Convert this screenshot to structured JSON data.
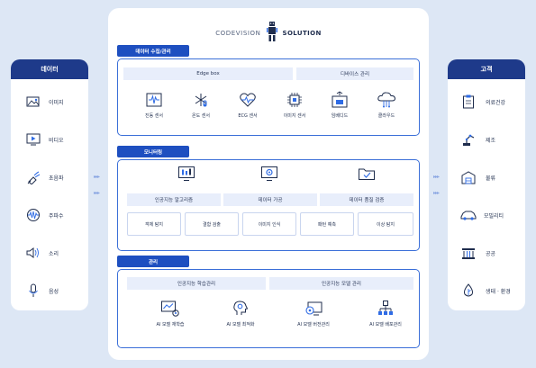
{
  "left_panel": {
    "title": "데이터",
    "items": [
      {
        "label": "이미지",
        "icon": "image-icon"
      },
      {
        "label": "비디오",
        "icon": "video-icon"
      },
      {
        "label": "초음파",
        "icon": "ultrasound-probe-icon"
      },
      {
        "label": "주파수",
        "icon": "frequency-wave-icon"
      },
      {
        "label": "소리",
        "icon": "speaker-icon"
      },
      {
        "label": "음성",
        "icon": "microphone-icon"
      }
    ]
  },
  "right_panel": {
    "title": "고객",
    "items": [
      {
        "label": "의료건강",
        "icon": "medical-chart-icon"
      },
      {
        "label": "제조",
        "icon": "robot-arm-icon"
      },
      {
        "label": "물류",
        "icon": "warehouse-icon"
      },
      {
        "label": "모빌리티",
        "icon": "car-icon"
      },
      {
        "label": "공공",
        "icon": "public-building-icon"
      },
      {
        "label": "생태 · 환경",
        "icon": "leaf-drop-icon"
      }
    ]
  },
  "logo": {
    "part1": "CODEVISION",
    "part2": "SOLUTION"
  },
  "sections": {
    "collection": {
      "label": "데이터 수집/관리",
      "edge_box": "Edge box",
      "device_mgmt": "디바이스 관리",
      "sensors": [
        {
          "label": "진동 센서",
          "icon": "vibration-sensor-icon"
        },
        {
          "label": "온도 센서",
          "icon": "temperature-sensor-icon"
        },
        {
          "label": "ECG 센서",
          "icon": "heartbeat-icon"
        },
        {
          "label": "이미지 센서",
          "icon": "chip-icon"
        }
      ],
      "devices": [
        {
          "label": "임베디드",
          "icon": "embedded-device-icon"
        },
        {
          "label": "클라우드",
          "icon": "cloud-icon"
        }
      ]
    },
    "monitoring": {
      "label": "모니터링",
      "ai_algorithm": "인공지능 알고리즘",
      "data_processing": "데이터 가공",
      "quality_check": "데이터 품질 검증",
      "tasks": [
        "객체 탐지",
        "결함 검출",
        "이미지 인식",
        "패턴 예측",
        "이상 탐지"
      ]
    },
    "management": {
      "label": "관리",
      "learning_mgmt": "인공지능 학습관리",
      "model_mgmt": "인공지능 모델 관리",
      "actions": [
        {
          "label": "AI 모델 재학습",
          "icon": "retrain-icon"
        },
        {
          "label": "AI 모델 최적화",
          "icon": "brain-gear-icon"
        },
        {
          "label": "AI 모델 버전관리",
          "icon": "version-gear-icon"
        },
        {
          "label": "AI 모델 배포관리",
          "icon": "deploy-network-icon"
        }
      ]
    }
  },
  "colors": {
    "accent": "#1e4fc0",
    "navy": "#1e3a8a",
    "background": "#dde7f5",
    "bar": "#e8eefb"
  }
}
